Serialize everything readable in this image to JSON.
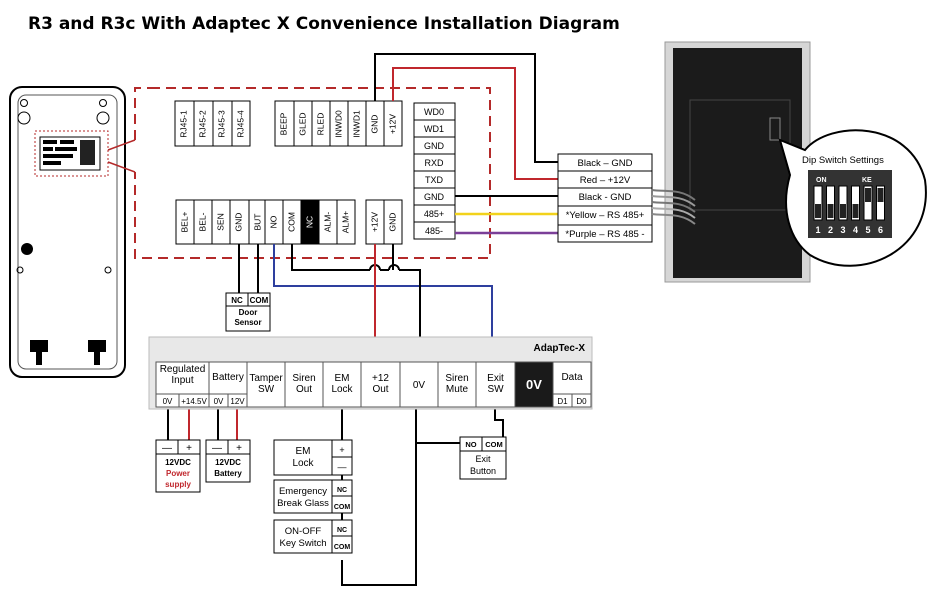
{
  "title": "R3 and R3c With Adaptec X  Convenience Installation Diagram",
  "colors": {
    "red": "#c0272d",
    "blue": "#2e3f9e",
    "yellow": "#f2d21b",
    "purple": "#7b3f98",
    "dash": "#b42a2a"
  },
  "reader_top_pins": [
    "RJ45-1",
    "RJ45-2",
    "RJ45-3",
    "RJ45-4",
    "BEEP",
    "GLED",
    "RLED",
    "INWD0",
    "INWD1",
    "GND",
    "+12V"
  ],
  "reader_bottom_pins": [
    "BEL+",
    "BEL-",
    "SEN",
    "GND",
    "BUT",
    "NO",
    "COM",
    "NC",
    "ALM-",
    "ALM+",
    "+12V",
    "GND"
  ],
  "reader_right_pins": [
    "WD0",
    "WD1",
    "GND",
    "RXD",
    "TXD",
    "GND",
    "485+",
    "485-"
  ],
  "door_sensor": {
    "nc": "NC",
    "com": "COM",
    "label": "Door Sensor"
  },
  "cable_labels": [
    "Black – GND",
    "Red – +12V",
    "Black - GND",
    "*Yellow – RS 485+",
    "*Purple – RS 485 -"
  ],
  "dip": {
    "title": "Dip Switch Settings",
    "on": "ON",
    "ke": "KE",
    "numbers": [
      "1",
      "2",
      "3",
      "4",
      "5",
      "6"
    ]
  },
  "adaptec": {
    "name": "AdapTec-X",
    "sections": [
      "Regulated Input",
      "Battery",
      "Tamper SW",
      "Siren Out",
      "EM Lock",
      "+12 Out",
      "0V",
      "Siren Mute",
      "Exit SW",
      "0V",
      "Data"
    ],
    "sub_labels": {
      "reg_0v": "0V",
      "reg_14v": "+14.5V",
      "bat_0v": "0V",
      "bat_12v": "12V",
      "d1": "D1",
      "d0": "D0"
    }
  },
  "power_supply": {
    "minus": "—",
    "plus": "+",
    "line1": "12VDC",
    "line2": "Power",
    "line3": "supply"
  },
  "battery": {
    "minus": "—",
    "plus": "+",
    "line1": "12VDC",
    "line2": "Battery"
  },
  "exit_button": {
    "no": "NO",
    "com": "COM",
    "line1": "Exit",
    "line2": "Button"
  },
  "em_lock": {
    "line1": "EM",
    "line2": "Lock",
    "plus": "+",
    "minus": "—"
  },
  "glass": {
    "line1": "Emergency",
    "line2": "Break Glass",
    "nc": "NC",
    "com": "COM"
  },
  "key_switch": {
    "line1": "ON-OFF",
    "line2": "Key Switch",
    "nc": "NC",
    "com": "COM"
  }
}
